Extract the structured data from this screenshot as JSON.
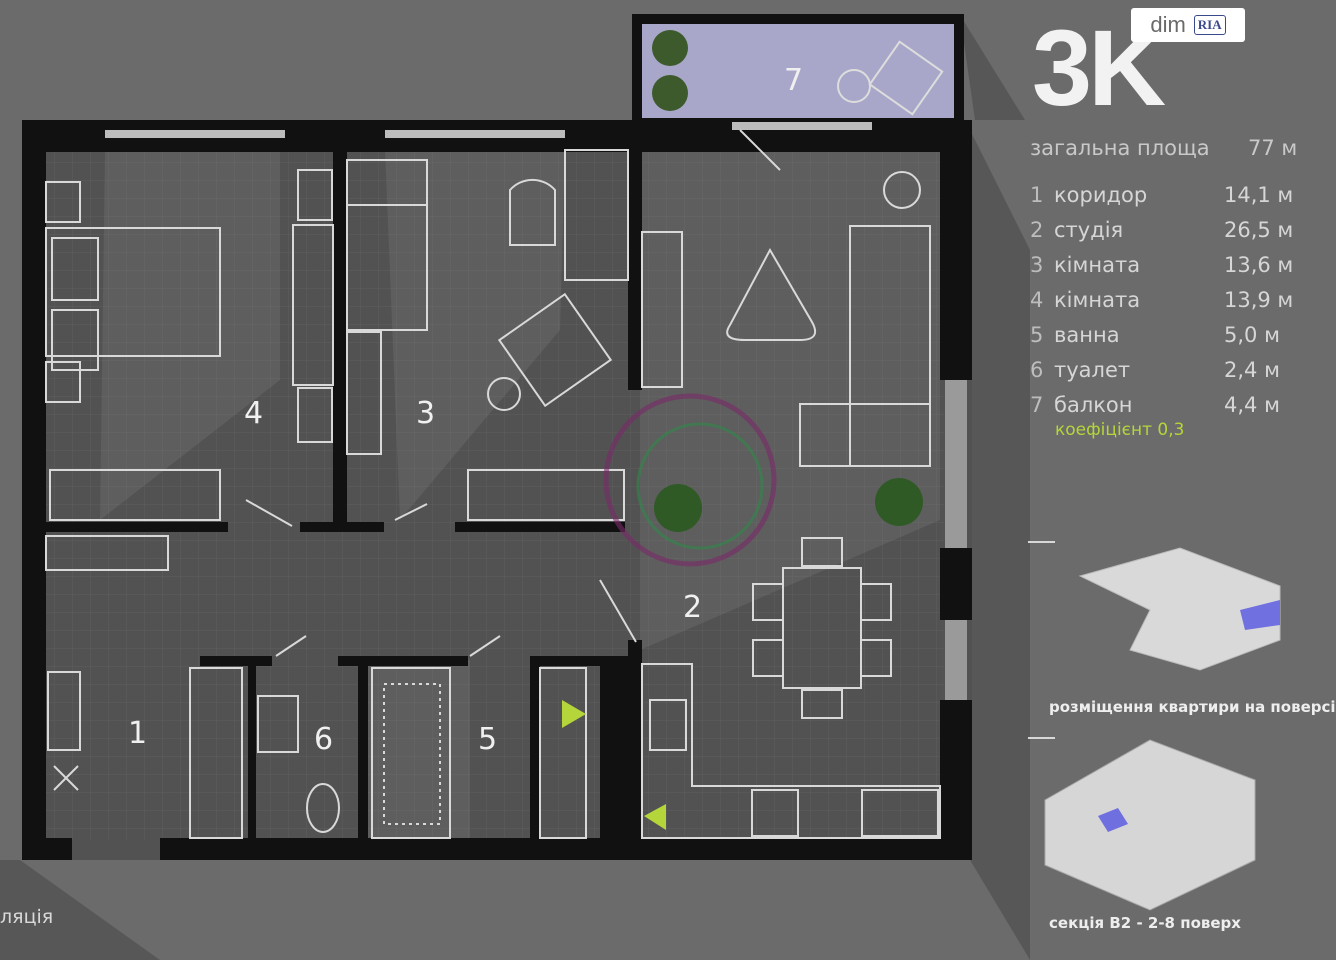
{
  "header": {
    "title": "3K",
    "total_area_label": "загальна площа",
    "total_area_value": "77 м"
  },
  "rooms": [
    {
      "num": "1",
      "name": "коридор",
      "area": "14,1 м"
    },
    {
      "num": "2",
      "name": "студія",
      "area": "26,5 м"
    },
    {
      "num": "3",
      "name": "кімната",
      "area": "13,6 м"
    },
    {
      "num": "4",
      "name": "кімната",
      "area": "13,9 м"
    },
    {
      "num": "5",
      "name": "ванна",
      "area": "5,0 м"
    },
    {
      "num": "6",
      "name": "туалет",
      "area": "2,4 м"
    },
    {
      "num": "7",
      "name": "балкон",
      "area": "4,4 м"
    }
  ],
  "coefficient": "коефіцієнт 0,3",
  "placement_caption": "розміщення квартири на поверсі",
  "section_caption": "секція В2 - 2-8 поверх",
  "bottom_left_text": "ляція",
  "plan_labels": {
    "r1": "1",
    "r2": "2",
    "r3": "3",
    "r4": "4",
    "r5": "5",
    "r6": "6",
    "r7": "7"
  },
  "logo": {
    "main": "dim",
    "badge": "RIA"
  },
  "colors": {
    "background": "#6b6b6b",
    "walls": "#111111",
    "floor": "#555555",
    "balcony": "#a8a7c9",
    "accent_green": "#b5d63a",
    "highlight_blue": "#6f6fe0"
  }
}
